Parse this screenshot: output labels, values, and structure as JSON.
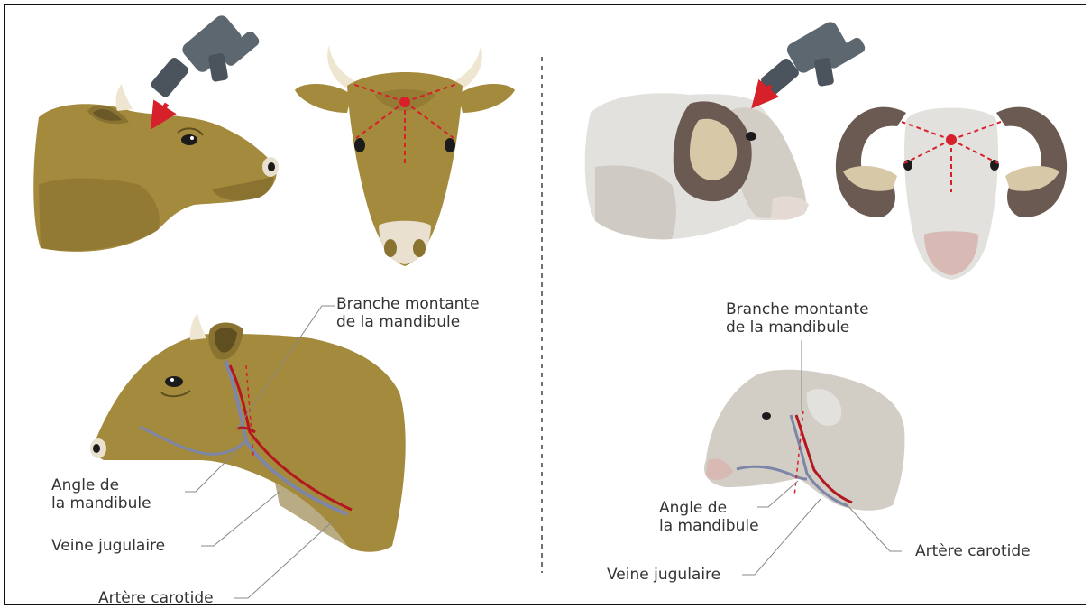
{
  "colors": {
    "cow_hide": "#a48a3c",
    "cow_shadow": "#8a7330",
    "sheep_wool": "#e3e1dd",
    "sheep_face": "#d2cdc5",
    "ram_horn": "#6a5a52",
    "pistol": "#5d6770",
    "marker_red": "#d6202a",
    "artery": "#b3171f",
    "vein": "#7d86a8",
    "guide_line": "#888888"
  },
  "icons": [
    "captive-bolt-pistol-icon",
    "red-arrow-icon",
    "target-dot-icon"
  ],
  "labels": {
    "cow": {
      "branche": [
        "Branche montante",
        "de la mandibule"
      ],
      "angle": [
        "Angle de",
        "la mandibule"
      ],
      "veine": "Veine jugulaire",
      "artere": "Artère carotide"
    },
    "sheep": {
      "branche": [
        "Branche montante",
        "de la mandibule"
      ],
      "angle": [
        "Angle de",
        "la mandibule"
      ],
      "veine": "Veine jugulaire",
      "artere": "Artère carotide"
    }
  }
}
